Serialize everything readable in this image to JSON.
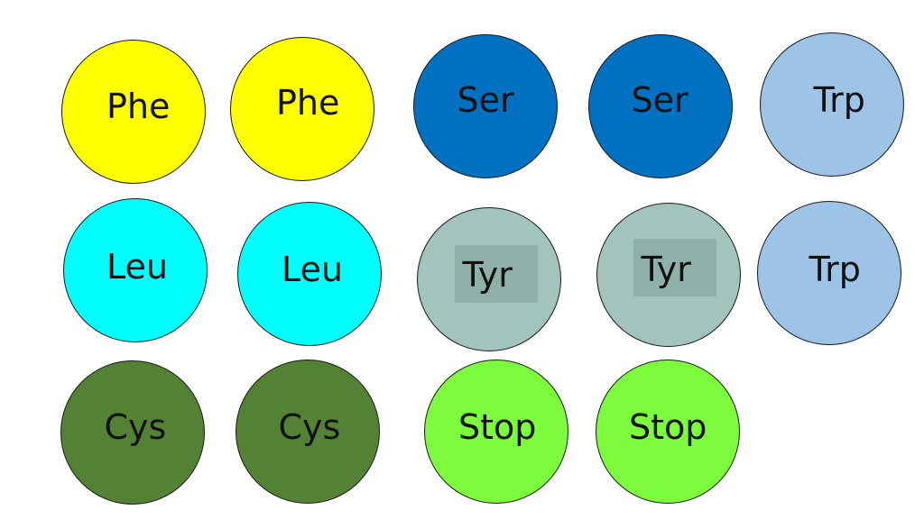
{
  "colors": {
    "phe": "#ffff00",
    "ser": "#0070c0",
    "trp": "#9dc3e6",
    "leu": "#00ffff",
    "tyr": "#a2c4bd",
    "tyr_box": "#8fb0a9",
    "cys": "#548235",
    "stop": "#7cfc3c"
  },
  "circles": [
    {
      "id": "phe-1",
      "label": "Phe",
      "color": "phe"
    },
    {
      "id": "phe-2",
      "label": "Phe",
      "color": "phe"
    },
    {
      "id": "ser-1",
      "label": "Ser",
      "color": "ser"
    },
    {
      "id": "ser-2",
      "label": "Ser",
      "color": "ser"
    },
    {
      "id": "trp-1",
      "label": "Trp",
      "color": "trp"
    },
    {
      "id": "leu-1",
      "label": "Leu",
      "color": "leu"
    },
    {
      "id": "leu-2",
      "label": "Leu",
      "color": "leu"
    },
    {
      "id": "tyr-1",
      "label": "Tyr",
      "color": "tyr",
      "box": "tyr_box"
    },
    {
      "id": "tyr-2",
      "label": "Tyr",
      "color": "tyr",
      "box": "tyr_box"
    },
    {
      "id": "trp-2",
      "label": "Trp",
      "color": "trp"
    },
    {
      "id": "cys-1",
      "label": "Cys",
      "color": "cys"
    },
    {
      "id": "cys-2",
      "label": "Cys",
      "color": "cys"
    },
    {
      "id": "stop-1",
      "label": "Stop",
      "color": "stop"
    },
    {
      "id": "stop-2",
      "label": "Stop",
      "color": "stop"
    }
  ]
}
